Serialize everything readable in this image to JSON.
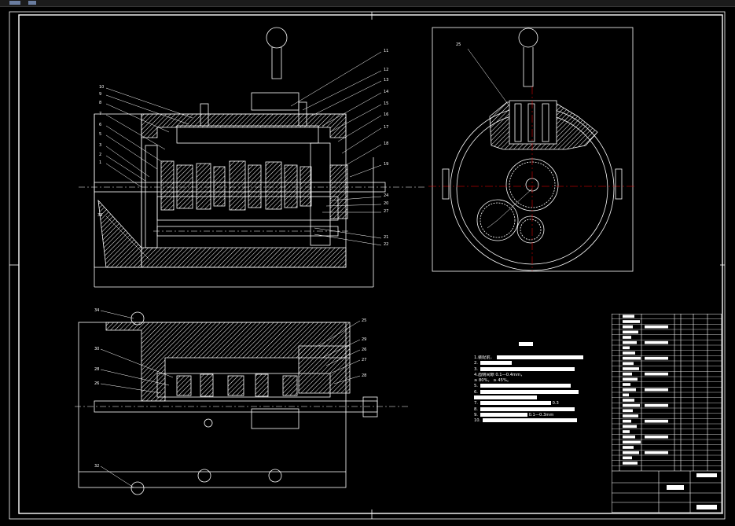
{
  "window": {
    "menu_icons": [
      "app-icon",
      "toolbar-icon"
    ]
  },
  "colors": {
    "background": "#000000",
    "line": "#ffffff",
    "hatch": "#ffffff",
    "accent": "#ff0000"
  },
  "views": {
    "front": {
      "callouts_left": [
        "10",
        "9",
        "8",
        "7",
        "6",
        "5",
        "3",
        "2",
        "1",
        "33"
      ],
      "callouts_right": [
        "11",
        "12",
        "13",
        "14",
        "15",
        "16",
        "17",
        "18",
        "19",
        "24",
        "20",
        "27",
        "21",
        "22"
      ]
    },
    "side": {
      "callouts": [
        "25"
      ]
    },
    "plan": {
      "callouts_left": [
        "34",
        "30",
        "28",
        "26",
        "32"
      ],
      "callouts_right": [
        "25",
        "29",
        "26",
        "27",
        "28"
      ]
    }
  },
  "notes": {
    "lines": [
      "1.装配前，",
      "2.",
      "3.",
      "4.",
      "5.",
      "6.",
      "7.",
      "8.",
      "9.",
      "10."
    ],
    "frag_1": "4.齿侧间隙  0.1—0.4mm，",
    "frag_2": "≥ 80%，  ≥ 45%。",
    "frag_3": "0.1—0.3mm",
    "frag_4": "0.3"
  },
  "titleblock": {
    "rows": 30
  }
}
